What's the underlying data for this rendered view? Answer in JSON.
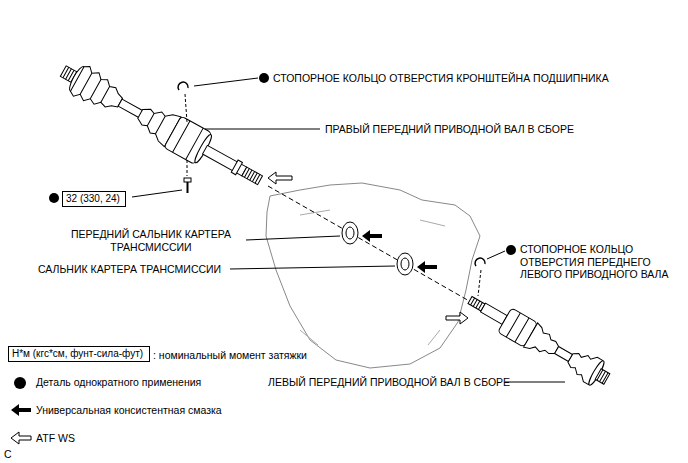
{
  "diagram": {
    "nodes": [
      {
        "text": [
          "32 (330, 24)"
        ]
      },
      {
        "text": [
          "Н*м (кгс*см, фунт-сила-фут)"
        ]
      }
    ],
    "edges": [],
    "labels": [
      "СТОПОРНОЕ КОЛЬЦО ОТВЕРСТИЯ КРОНШТЕЙНА ПОДШИПНИКА",
      "ПРАВЫЙ ПЕРЕДНИЙ ПРИВОДНОЙ ВАЛ В СБОРЕ",
      "ПЕРЕДНИЙ САЛЬНИК КАРТЕРА ТРАНСМИССИИ",
      "САЛЬНИК КАРТЕРА ТРАНСМИССИИ",
      "СТОПОРНОЕ КОЛЬЦО ОТВЕРСТИЯ ПЕРЕДНЕГО ЛЕВОГО ПРИВОДНОГО ВАЛА",
      "ЛЕВЫЙ ПЕРЕДНИЙ ПРИВОДНОЙ ВАЛ В СБОРЕ",
      "C"
    ],
    "legend": [
      {
        "text": ": номинальный момент затяжки"
      },
      {
        "text": "Деталь однократного применения",
        "color": "#000000"
      },
      {
        "text": "Универсальная консистентная смазка"
      },
      {
        "text": "ATF WS"
      }
    ]
  }
}
